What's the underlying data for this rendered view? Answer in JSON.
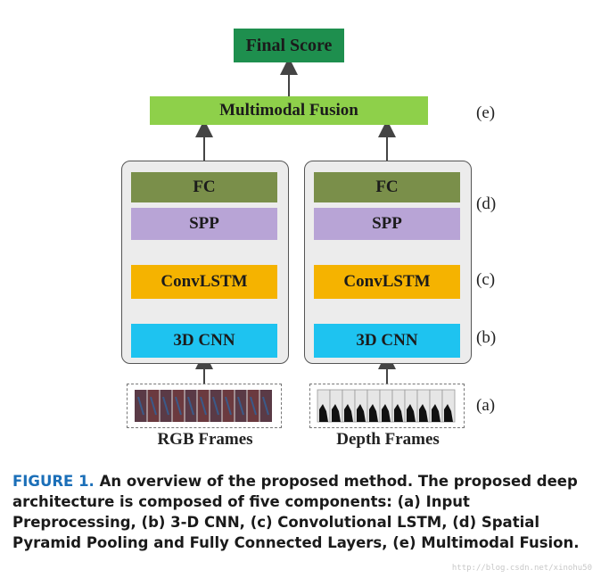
{
  "diagram": {
    "final_score": "Final Score",
    "fusion": "Multimodal Fusion",
    "left_stream": {
      "fc": "FC",
      "spp": "SPP",
      "convlstm": "ConvLSTM",
      "cnn": "3D CNN",
      "input_label": "RGB Frames"
    },
    "right_stream": {
      "fc": "FC",
      "spp": "SPP",
      "convlstm": "ConvLSTM",
      "cnn": "3D CNN",
      "input_label": "Depth Frames"
    },
    "component_labels": {
      "e": "(e)",
      "d": "(d)",
      "c": "(c)",
      "b": "(b)",
      "a": "(a)"
    }
  },
  "caption": {
    "figure_label": "FIGURE 1.",
    "text": "An overview of the proposed method. The proposed deep architecture is composed of five components: (a) Input Preprocessing, (b) 3-D CNN, (c) Convolutional LSTM, (d) Spatial Pyramid Pooling and Fully Connected Layers, (e) Multimodal Fusion."
  },
  "watermark": "http://blog.csdn.net/xinohu50",
  "colors": {
    "final_score": "#1e8f4e",
    "fusion": "#8ed04a",
    "fc": "#7a8f4a",
    "spp": "#b8a4d6",
    "convlstm": "#f5b300",
    "cnn": "#1ec3f0",
    "figure_label": "#1b6fb8"
  }
}
